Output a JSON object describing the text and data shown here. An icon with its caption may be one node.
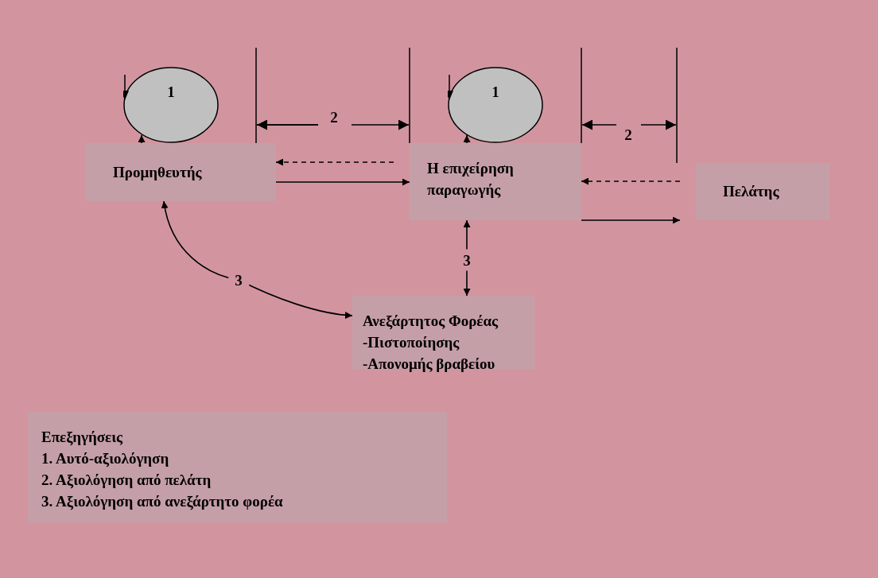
{
  "diagram": {
    "nodes": [
      {
        "text": [
          "Προμηθευτής"
        ]
      },
      {
        "text": [
          "1"
        ]
      },
      {
        "text": [
          "Η επιχείρηση παραγωγής"
        ]
      },
      {
        "text": [
          "1"
        ]
      },
      {
        "text": [
          "Πελάτης"
        ]
      },
      {
        "text": [
          "Ανεξάρτητος Φορέας",
          "-Πιστοποίησης",
          "-Απονομής βραβείου"
        ]
      },
      {
        "text": [
          "Επεξηγήσεις",
          "1. Αυτό-αξιολόγηση",
          "2. Αξιολόγηση από πελάτη",
          "3. Αξιολόγηση από ανεξάρτητο φορέα"
        ]
      }
    ],
    "edges": [
      {
        "from": 0,
        "to": 1,
        "arrow": "to"
      },
      {
        "from": 2,
        "to": 0,
        "arrow": "to",
        "style": "dashed"
      },
      {
        "from": 0,
        "to": 2,
        "arrow": "to"
      },
      {
        "from": 2,
        "to": 3,
        "arrow": "to"
      },
      {
        "from": 4,
        "to": 2,
        "arrow": "to",
        "style": "dashed"
      },
      {
        "from": 2,
        "to": 4,
        "arrow": "to"
      },
      {
        "from": 2,
        "to": 5,
        "arrow": "both",
        "label": "3"
      },
      {
        "from": 0,
        "to": 5,
        "arrow": "both",
        "label": "3"
      }
    ],
    "labels": [
      "2",
      "2"
    ]
  }
}
